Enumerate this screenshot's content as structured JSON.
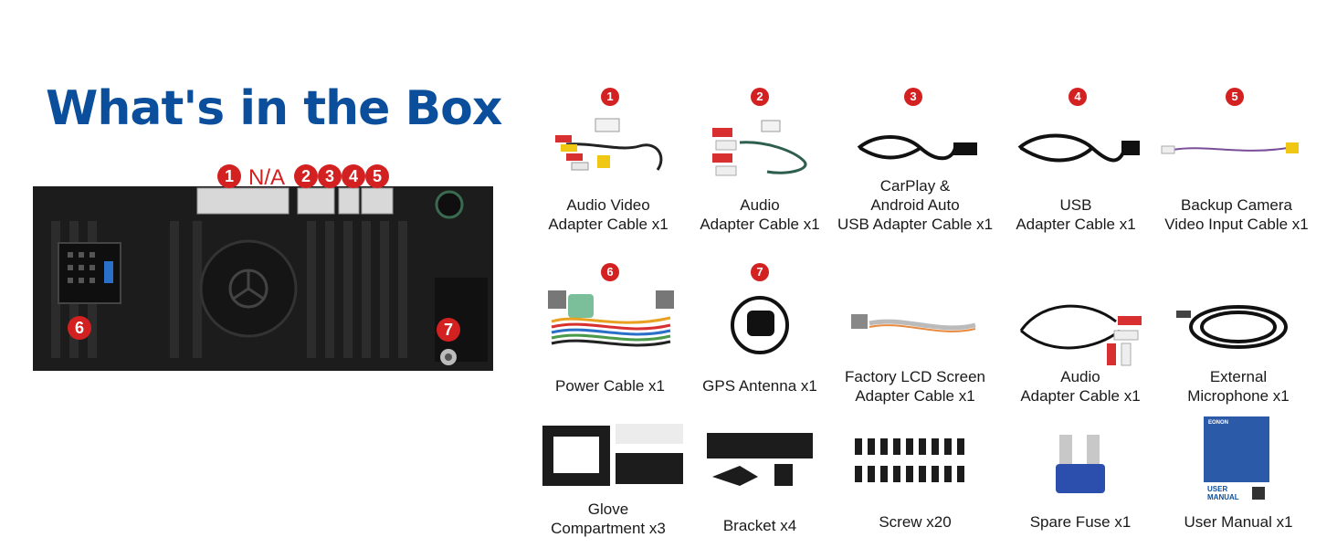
{
  "title": "What's in the Box",
  "unit_labels": {
    "n1": "1",
    "na": "N/A",
    "n2": "2",
    "n3": "3",
    "n4": "4",
    "n5": "5",
    "n6": "6",
    "n7": "7"
  },
  "items": [
    {
      "number": "1",
      "lines": [
        "Audio Video",
        "Adapter Cable x1"
      ]
    },
    {
      "number": "2",
      "lines": [
        "Audio",
        "Adapter Cable x1"
      ]
    },
    {
      "number": "3",
      "lines": [
        "CarPlay &",
        "Android Auto",
        "USB Adapter Cable x1"
      ]
    },
    {
      "number": "4",
      "lines": [
        "USB",
        "Adapter Cable x1"
      ]
    },
    {
      "number": "5",
      "lines": [
        "Backup Camera",
        "Video Input Cable x1"
      ]
    },
    {
      "number": "6",
      "lines": [
        "Power Cable x1"
      ]
    },
    {
      "number": "7",
      "lines": [
        "GPS Antenna x1"
      ]
    },
    {
      "lines": [
        "Factory LCD Screen",
        "Adapter Cable x1"
      ]
    },
    {
      "lines": [
        "Audio",
        "Adapter Cable x1"
      ]
    },
    {
      "lines": [
        "External",
        "Microphone x1"
      ]
    },
    {
      "lines": [
        "Glove",
        "Compartment x3"
      ]
    },
    {
      "lines": [
        "Bracket x4"
      ]
    },
    {
      "lines": [
        "Screw x20"
      ]
    },
    {
      "lines": [
        "Spare Fuse x1"
      ]
    },
    {
      "lines": [
        "User Manual x1"
      ]
    }
  ],
  "manual_cover": {
    "brand": "EONON",
    "text_line1": "USER",
    "text_line2": "MANUAL"
  },
  "colors": {
    "title_blue": "#0b4f9c",
    "badge_red": "#d32020",
    "unit_black": "#1c1c1c"
  }
}
